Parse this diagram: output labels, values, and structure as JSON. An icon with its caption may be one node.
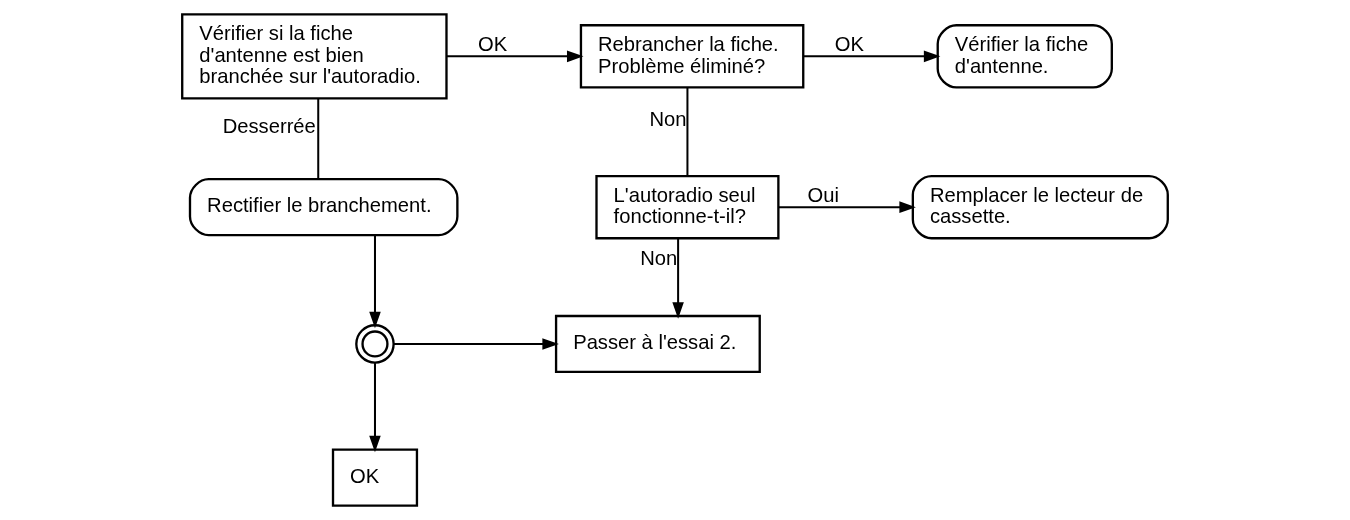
{
  "diagram": {
    "nodes": [
      {
        "text": [
          "Vérifier si la fiche d'antenne est bien branchée sur l'autoradio."
        ]
      },
      {
        "text": [
          "Rebrancher la fiche. Problème éliminé?"
        ]
      },
      {
        "text": [
          "Vérifier la fiche d'antenne."
        ]
      },
      {
        "text": [
          "Rectifier le branchement."
        ]
      },
      {
        "text": [
          "L'autoradio seul fonctionne-t-il?"
        ]
      },
      {
        "text": [
          "Remplacer le lecteur de cassette."
        ]
      },
      {
        "text": [],
        "shape": "circle"
      },
      {
        "text": [
          "Passer à l'essai 2."
        ]
      },
      {
        "text": [
          "OK"
        ]
      }
    ],
    "edges": [
      {
        "from": 0,
        "to": 1,
        "arrow": "to",
        "label": "OK"
      },
      {
        "from": 1,
        "to": 2,
        "arrow": "to",
        "label": "OK"
      },
      {
        "from": 0,
        "to": 3,
        "arrow": "none",
        "label": "Desserrée"
      },
      {
        "from": 1,
        "to": 4,
        "arrow": "none",
        "label": "Non"
      },
      {
        "from": 4,
        "to": 5,
        "arrow": "to",
        "label": "Oui"
      },
      {
        "from": 3,
        "to": 6,
        "arrow": "to"
      },
      {
        "from": 4,
        "to": 7,
        "arrow": "to",
        "label": "Non"
      },
      {
        "from": 6,
        "to": 7,
        "arrow": "to"
      },
      {
        "from": 6,
        "to": 8,
        "arrow": "to"
      }
    ]
  }
}
